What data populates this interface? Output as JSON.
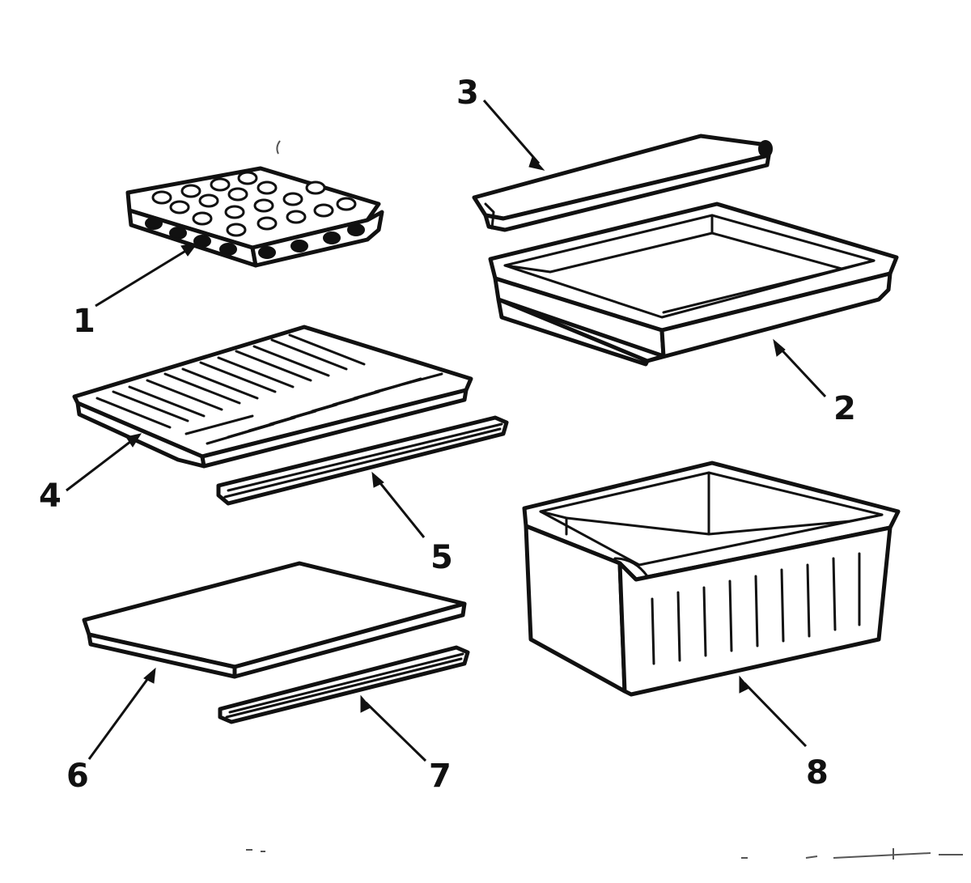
{
  "diagram": {
    "callouts": {
      "c1": "1",
      "c2": "2",
      "c3": "3",
      "c4": "4",
      "c5": "5",
      "c6": "6",
      "c7": "7",
      "c8": "8"
    },
    "parts": [
      "ice-cube-tray",
      "pan",
      "pan-cover",
      "shelf",
      "shelf-trim",
      "crisper-cover",
      "crisper-cover-trim",
      "crisper-pan"
    ]
  }
}
